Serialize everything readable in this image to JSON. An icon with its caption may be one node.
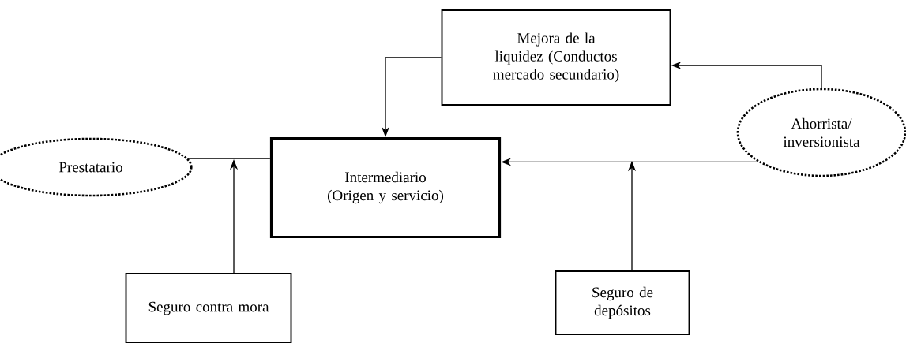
{
  "diagram": {
    "nodes": [
      {
        "text": [
          "Mejora de la liquidez (Conductos mercado secundario)"
        ]
      },
      {
        "text": [
          "Prestatario"
        ]
      },
      {
        "text": [
          "Intermediario (Origen y servicio)"
        ]
      },
      {
        "text": [
          "Ahorrista/ inversionista"
        ]
      },
      {
        "text": [
          "Seguro contra mora"
        ]
      },
      {
        "text": [
          "Seguro de depósitos"
        ]
      }
    ],
    "edges": [
      {
        "from": 3,
        "to": 0,
        "arrow": "to"
      },
      {
        "from": 0,
        "to": 2,
        "arrow": "to"
      },
      {
        "from": 1,
        "to": 2,
        "arrow": "none"
      },
      {
        "from": 3,
        "to": 2,
        "arrow": "to"
      },
      {
        "from": 4,
        "to": null,
        "arrow": "to"
      },
      {
        "from": 5,
        "to": null,
        "arrow": "to"
      }
    ]
  }
}
